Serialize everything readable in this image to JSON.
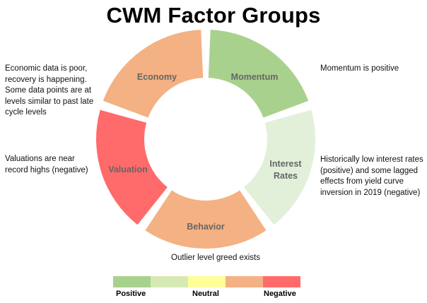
{
  "title": "CWM Factor Groups",
  "segments": [
    {
      "id": "momentum",
      "label": "Momentum",
      "color": "#a9d18e",
      "note": "Momentum is positive"
    },
    {
      "id": "interest-rates",
      "label_lines": [
        "Interest",
        "Rates"
      ],
      "color": "#e2f0d9",
      "note": "Historically low interest rates (positive) and some lagged effects from yield curve inversion in 2019 (negative)"
    },
    {
      "id": "behavior",
      "label": "Behavior",
      "color": "#f4b183",
      "note": "Outlier level greed exists"
    },
    {
      "id": "valuation",
      "label": "Valuation",
      "color": "#ff6b6b",
      "note": "Valuations are near record highs (negative)"
    },
    {
      "id": "economy",
      "label": "Economy",
      "color": "#f4b183",
      "note": "Economic data is poor, recovery is happening. Some data points are at levels similar to past late cycle levels"
    }
  ],
  "legend": {
    "colors": [
      "#a9d18e",
      "#d6e9b5",
      "#ffff99",
      "#f4b183",
      "#ff6b6b"
    ],
    "labels": {
      "positive": "Positive",
      "neutral": "Neutral",
      "negative": "Negative"
    }
  }
}
